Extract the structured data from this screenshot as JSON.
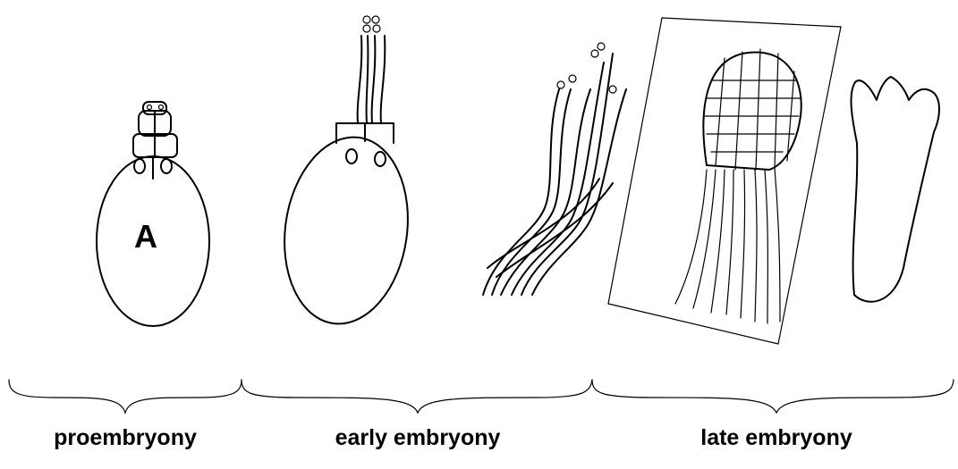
{
  "panel_letter": "A",
  "stages": [
    {
      "label": "proembryony"
    },
    {
      "label": "early embryony"
    },
    {
      "label": "late embryony"
    }
  ]
}
